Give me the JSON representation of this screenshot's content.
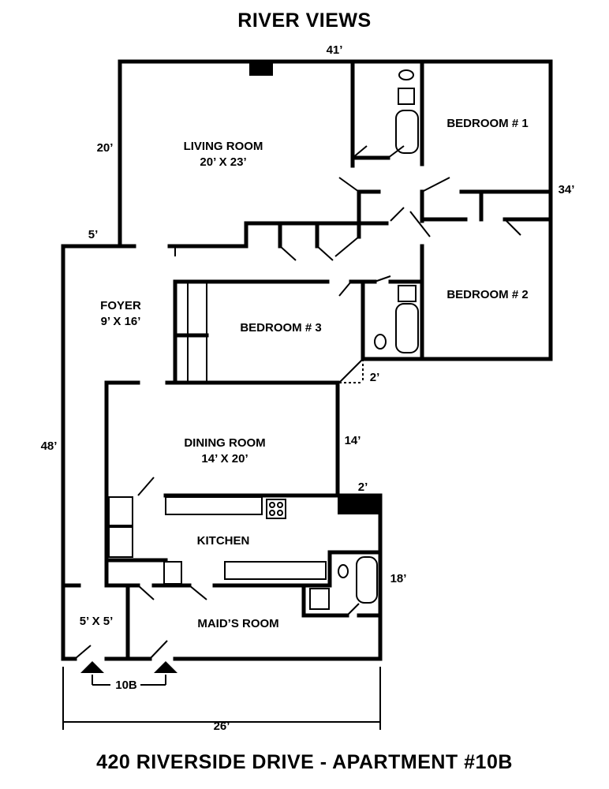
{
  "title": "RIVER VIEWS",
  "footer": "420 RIVERSIDE DRIVE - APARTMENT #10B",
  "rooms": {
    "living_room": {
      "name": "LIVING ROOM",
      "size": "20’ X 23’"
    },
    "bedroom1": {
      "name": "BEDROOM # 1"
    },
    "bedroom2": {
      "name": "BEDROOM # 2"
    },
    "bedroom3": {
      "name": "BEDROOM # 3"
    },
    "foyer": {
      "name": "FOYER",
      "size": "9’ X 16’"
    },
    "dining_room": {
      "name": "DINING ROOM",
      "size": "14’ X 20’"
    },
    "kitchen": {
      "name": "KITCHEN"
    },
    "maids_room": {
      "name": "MAID’S ROOM"
    },
    "vestibule": {
      "size": "5’ X 5’"
    }
  },
  "dimensions": {
    "top_width": "41’",
    "living_height": "20’",
    "right_depth": "34’",
    "foyer_step": "5’",
    "left_length": "48’",
    "bath_offset": "2’",
    "dining_depth": "14’",
    "chimney": "2’",
    "maids_depth": "18’",
    "bottom_width": "26’"
  },
  "entry_label": "10B"
}
